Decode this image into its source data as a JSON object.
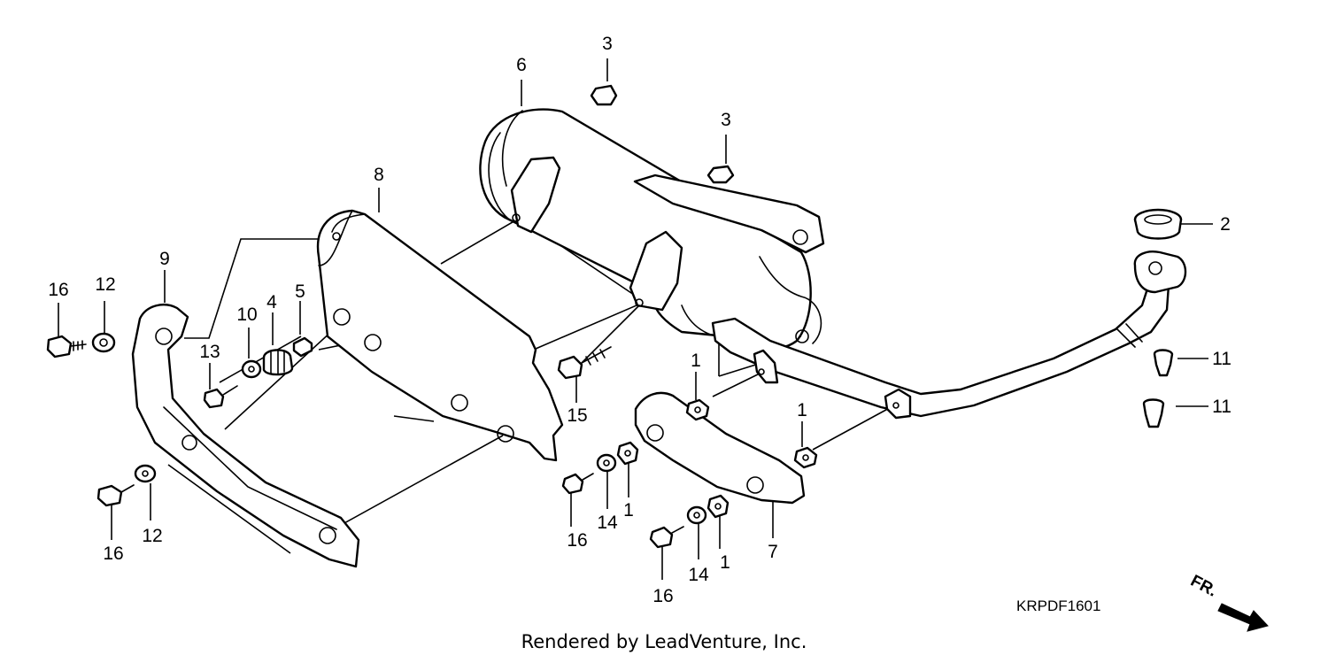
{
  "diagram": {
    "code": "KRPDF1601",
    "direction_label": "FR.",
    "footer": "Rendered by LeadVenture, Inc.",
    "callouts": [
      {
        "id": "c3a",
        "label": "3"
      },
      {
        "id": "c3b",
        "label": "3"
      },
      {
        "id": "c6",
        "label": "6"
      },
      {
        "id": "c8",
        "label": "8"
      },
      {
        "id": "c2",
        "label": "2"
      },
      {
        "id": "c9",
        "label": "9"
      },
      {
        "id": "c16a",
        "label": "16"
      },
      {
        "id": "c12a",
        "label": "12"
      },
      {
        "id": "c10",
        "label": "10"
      },
      {
        "id": "c4",
        "label": "4"
      },
      {
        "id": "c5",
        "label": "5"
      },
      {
        "id": "c13",
        "label": "13"
      },
      {
        "id": "c11a",
        "label": "11"
      },
      {
        "id": "c11b",
        "label": "11"
      },
      {
        "id": "c1a",
        "label": "1"
      },
      {
        "id": "c1b",
        "label": "1"
      },
      {
        "id": "c15",
        "label": "15"
      },
      {
        "id": "c16b",
        "label": "16"
      },
      {
        "id": "c14a",
        "label": "14"
      },
      {
        "id": "c1c",
        "label": "1"
      },
      {
        "id": "c16c",
        "label": "16"
      },
      {
        "id": "c12b",
        "label": "12"
      },
      {
        "id": "c16d",
        "label": "16"
      },
      {
        "id": "c14b",
        "label": "14"
      },
      {
        "id": "c1d",
        "label": "1"
      },
      {
        "id": "c7",
        "label": "7"
      }
    ]
  }
}
